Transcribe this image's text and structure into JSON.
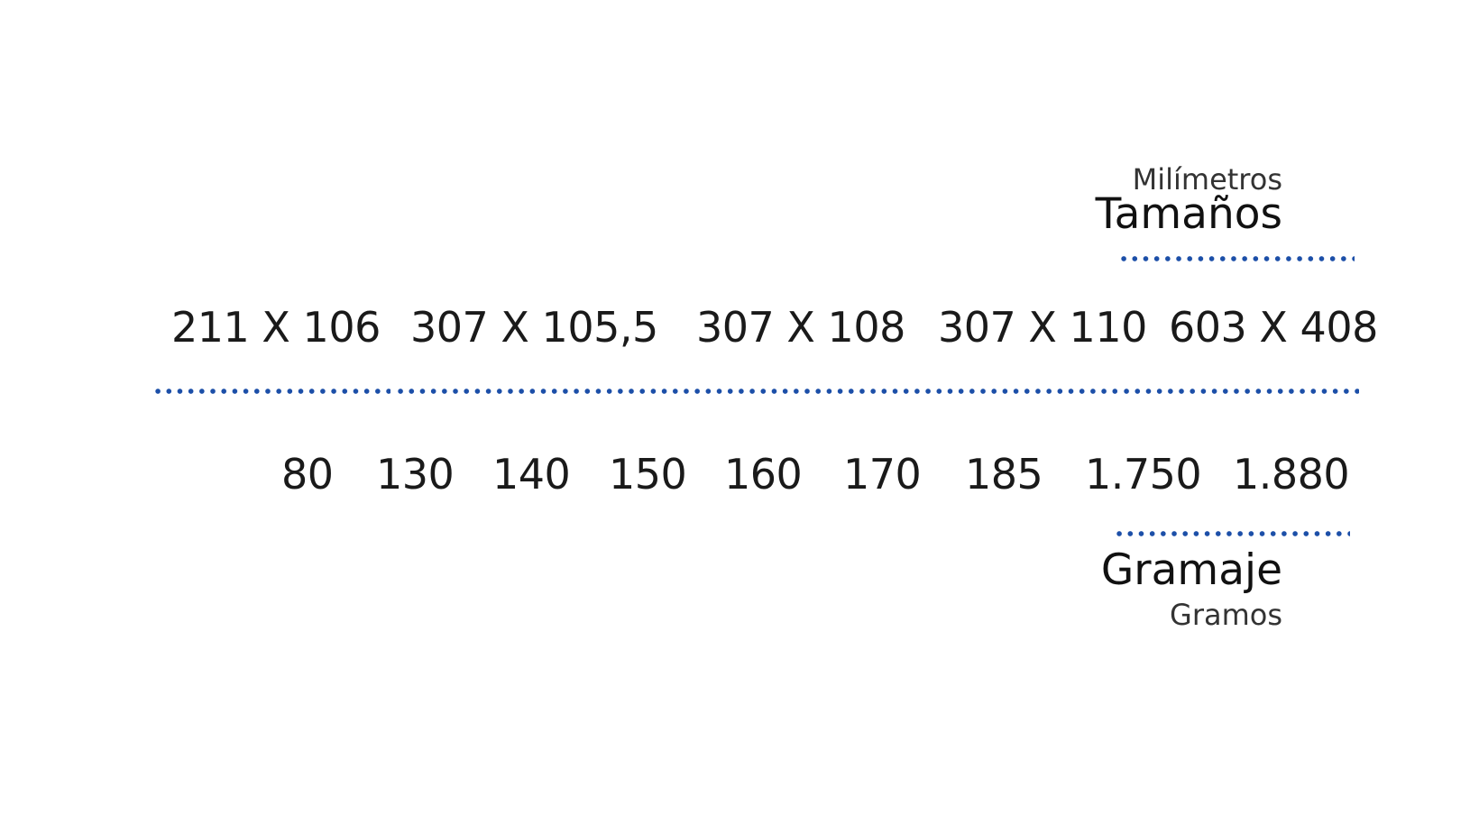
{
  "sizes": {
    "unit": "Milímetros",
    "title": "Tamaños",
    "values": [
      "211 X 106",
      "307 X 105,5",
      "307 X 108",
      "307 X 110",
      "603 X 408"
    ]
  },
  "weights": {
    "values": [
      "80",
      "130",
      "140",
      "150",
      "160",
      "170",
      "185",
      "1.750",
      "1.880"
    ],
    "title": "Gramaje",
    "unit": "Gramos"
  },
  "colors": {
    "accent": "#1c4fa8",
    "text": "#1a1a1a"
  }
}
